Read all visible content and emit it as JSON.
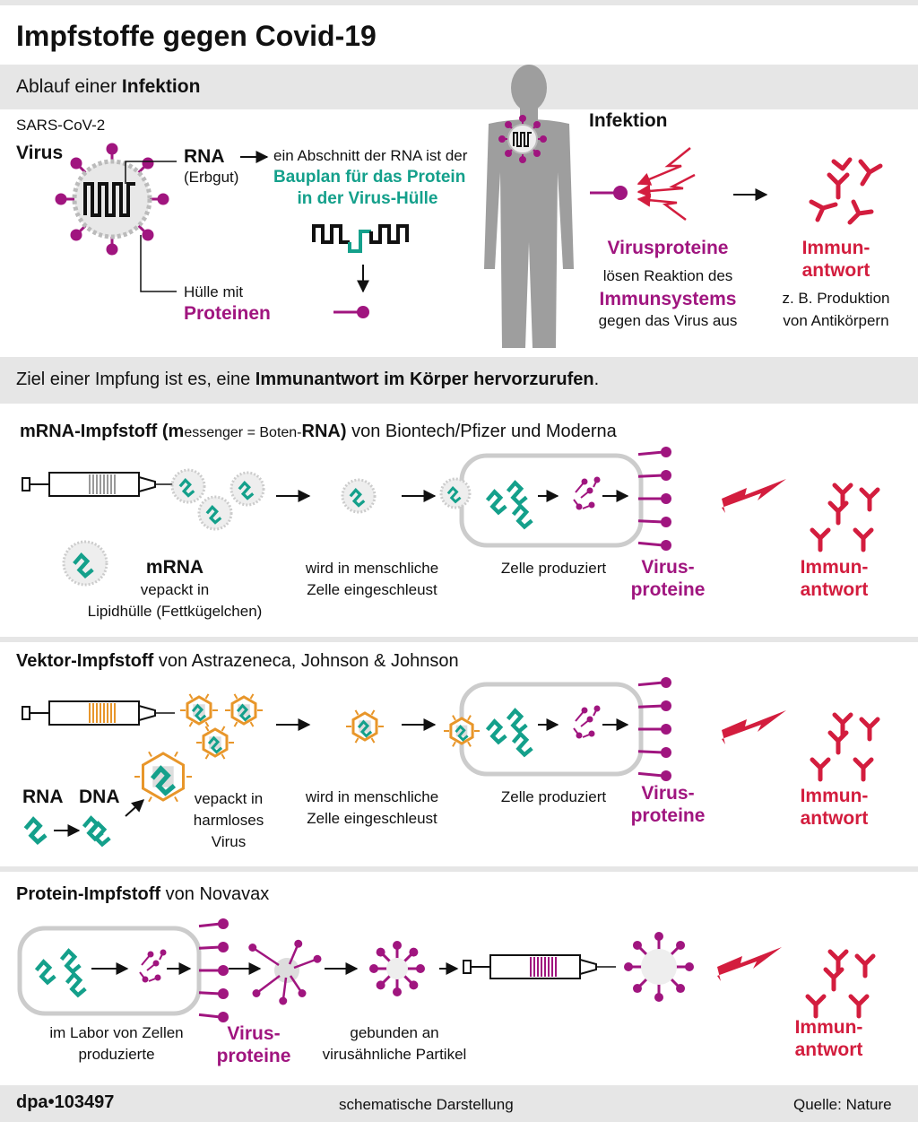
{
  "title": "Impfstoffe gegen Covid-19",
  "infection": {
    "header_normal": "Ablauf einer ",
    "header_bold": "Infektion",
    "sars": "SARS-CoV-2",
    "virus": "Virus",
    "rna": "RNA",
    "erbgut": "(Erbgut)",
    "abschnitt": "ein Abschnitt der RNA ist der",
    "bauplan1": "Bauplan für das Protein",
    "bauplan2": "in der Virus-Hülle",
    "huelle": "Hülle mit",
    "proteinen": "Proteinen",
    "infektion": "Infektion",
    "virusproteine": "Virusproteine",
    "loesen": "lösen Reaktion des",
    "immunsystems": "Immunsystems",
    "gegen": "gegen das Virus aus",
    "immun1": "Immun-",
    "immun2": "antwort",
    "zb1": "z. B. Produktion",
    "zb2": "von Antikörpern"
  },
  "goal": {
    "normal": "Ziel einer Impfung ist es, eine ",
    "bold": "Immunantwort im Körper hervorzurufen",
    "end": "."
  },
  "mrna": {
    "title_bold1": "mRNA-Impfstoff (m",
    "title_small": "essenger = Boten-",
    "title_bold2": "RNA)",
    "title_rest": " von Biontech/Pfizer und Moderna",
    "label_mrna": "mRNA",
    "label_vepackt": "vepackt in",
    "label_lipid": "Lipidhülle (Fettkügelchen)",
    "label_wird1": "wird in menschliche",
    "label_wird2": "Zelle eingeschleust",
    "label_zelle": "Zelle produziert",
    "label_vp1": "Virus-",
    "label_vp2": "proteine",
    "label_im1": "Immun-",
    "label_im2": "antwort"
  },
  "vektor": {
    "title_bold": "Vektor-Impfstoff",
    "title_rest": "  von Astrazeneca, Johnson & Johnson",
    "rna": "RNA",
    "dna": "DNA",
    "vepackt1": "vepackt in",
    "vepackt2": "harmloses",
    "vepackt3": "Virus",
    "wird1": "wird in menschliche",
    "wird2": "Zelle eingeschleust",
    "zelle": "Zelle produziert",
    "vp1": "Virus-",
    "vp2": "proteine",
    "im1": "Immun-",
    "im2": "antwort"
  },
  "protein": {
    "title_bold": "Protein-Impfstoff",
    "title_rest": "  von Novavax",
    "labor1": "im Labor von Zellen",
    "labor2": "produzierte",
    "vp1": "Virus-",
    "vp2": "proteine",
    "geb1": "gebunden an",
    "geb2": "virusähnliche Partikel",
    "im1": "Immun-",
    "im2": "antwort"
  },
  "footer": {
    "dpa": "dpa",
    "num": "103497",
    "schema": "schematische Darstellung",
    "quelle": "Quelle: Nature"
  },
  "colors": {
    "magenta": "#a0157f",
    "red": "#d31d3e",
    "teal": "#14a08b",
    "orange": "#e8962a",
    "gray": "#bdbdbd"
  }
}
